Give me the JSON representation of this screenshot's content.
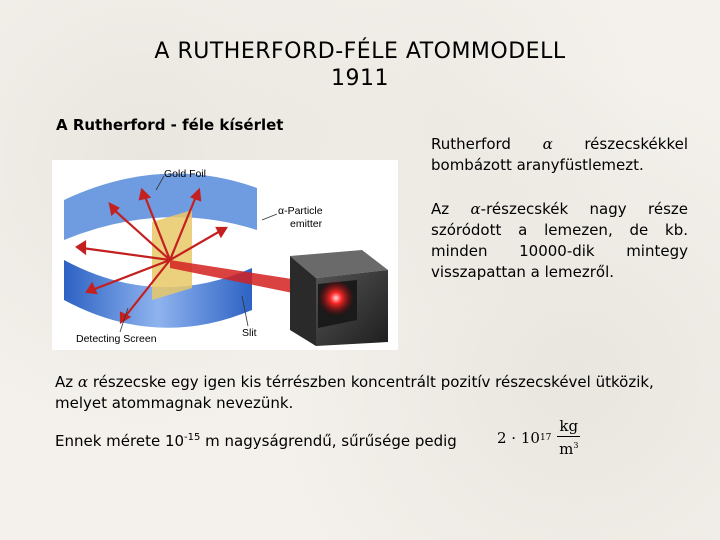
{
  "title_line1": "A RUTHERFORD-FÉLE ATOMMODELL",
  "title_line2": "1911",
  "subtitle": "A Rutherford - féle kísérlet",
  "p1": {
    "pre": "Rutherford ",
    "alpha": "α",
    "post": " részecskékkel bombázott aranyfüstlemezt."
  },
  "p2": {
    "pre": "Az ",
    "alpha": "α",
    "post": "-részecskék nagy része szóródott a lemezen, de kb. minden 10000-dik mintegy visszapattan a lemezről."
  },
  "figure": {
    "gold_foil": "Gold Foil",
    "emitter_line1": "α-Particle",
    "emitter_line2": "emitter",
    "detecting_screen": "Detecting Screen",
    "slit": "Slit"
  },
  "p3": {
    "pre": "Az ",
    "alpha": "α",
    "post": " részecske egy igen kis térrészben koncentrált pozitív részecskével ütközik, melyet atommagnak nevezünk."
  },
  "p4": {
    "pre": "Ennek mérete 10",
    "exp": "-15",
    "post": " m nagyságrendű, sűrűsége pedig"
  },
  "formula": {
    "base": "2 · 10",
    "exp": "17",
    "numerator": "kg",
    "denominator": "m",
    "den_exp": "3"
  },
  "colors": {
    "ring": "#4a7fd6",
    "beam": "#d42020",
    "cube": "#3a3a3a"
  }
}
